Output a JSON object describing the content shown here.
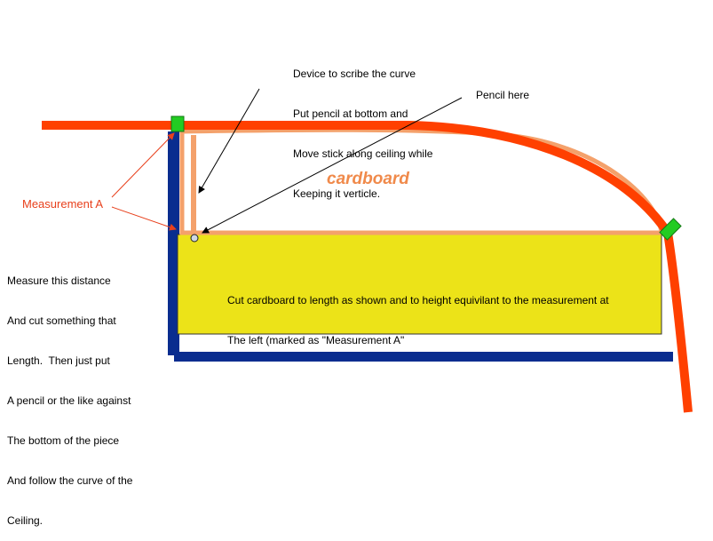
{
  "colors": {
    "ceiling": "#ff4000",
    "cardboard_outline": "#f4a16b",
    "wall": "#0a2d8f",
    "yellow_panel": "#ece318",
    "marker": "#22cc22",
    "label_red": "#e8401c",
    "cardboard_text": "#f08a4b"
  },
  "labels": {
    "device_note": [
      "Device to scribe the curve",
      "Put pencil at bottom and",
      "Move stick along ceiling while",
      "Keeping it verticle."
    ],
    "pencil_here": "Pencil here",
    "cardboard": "cardboard",
    "measurement_a": "Measurement A",
    "left_instructions": [
      "Measure this distance",
      "And cut something that",
      "Length.  Then just put",
      "A pencil or the like against",
      "The bottom of the piece",
      "And follow the curve of the",
      "Ceiling."
    ],
    "panel_instructions": [
      "Cut cardboard to length as shown and to height equivilant to the measurement at",
      "The left (marked as \"Measurement A\""
    ]
  }
}
